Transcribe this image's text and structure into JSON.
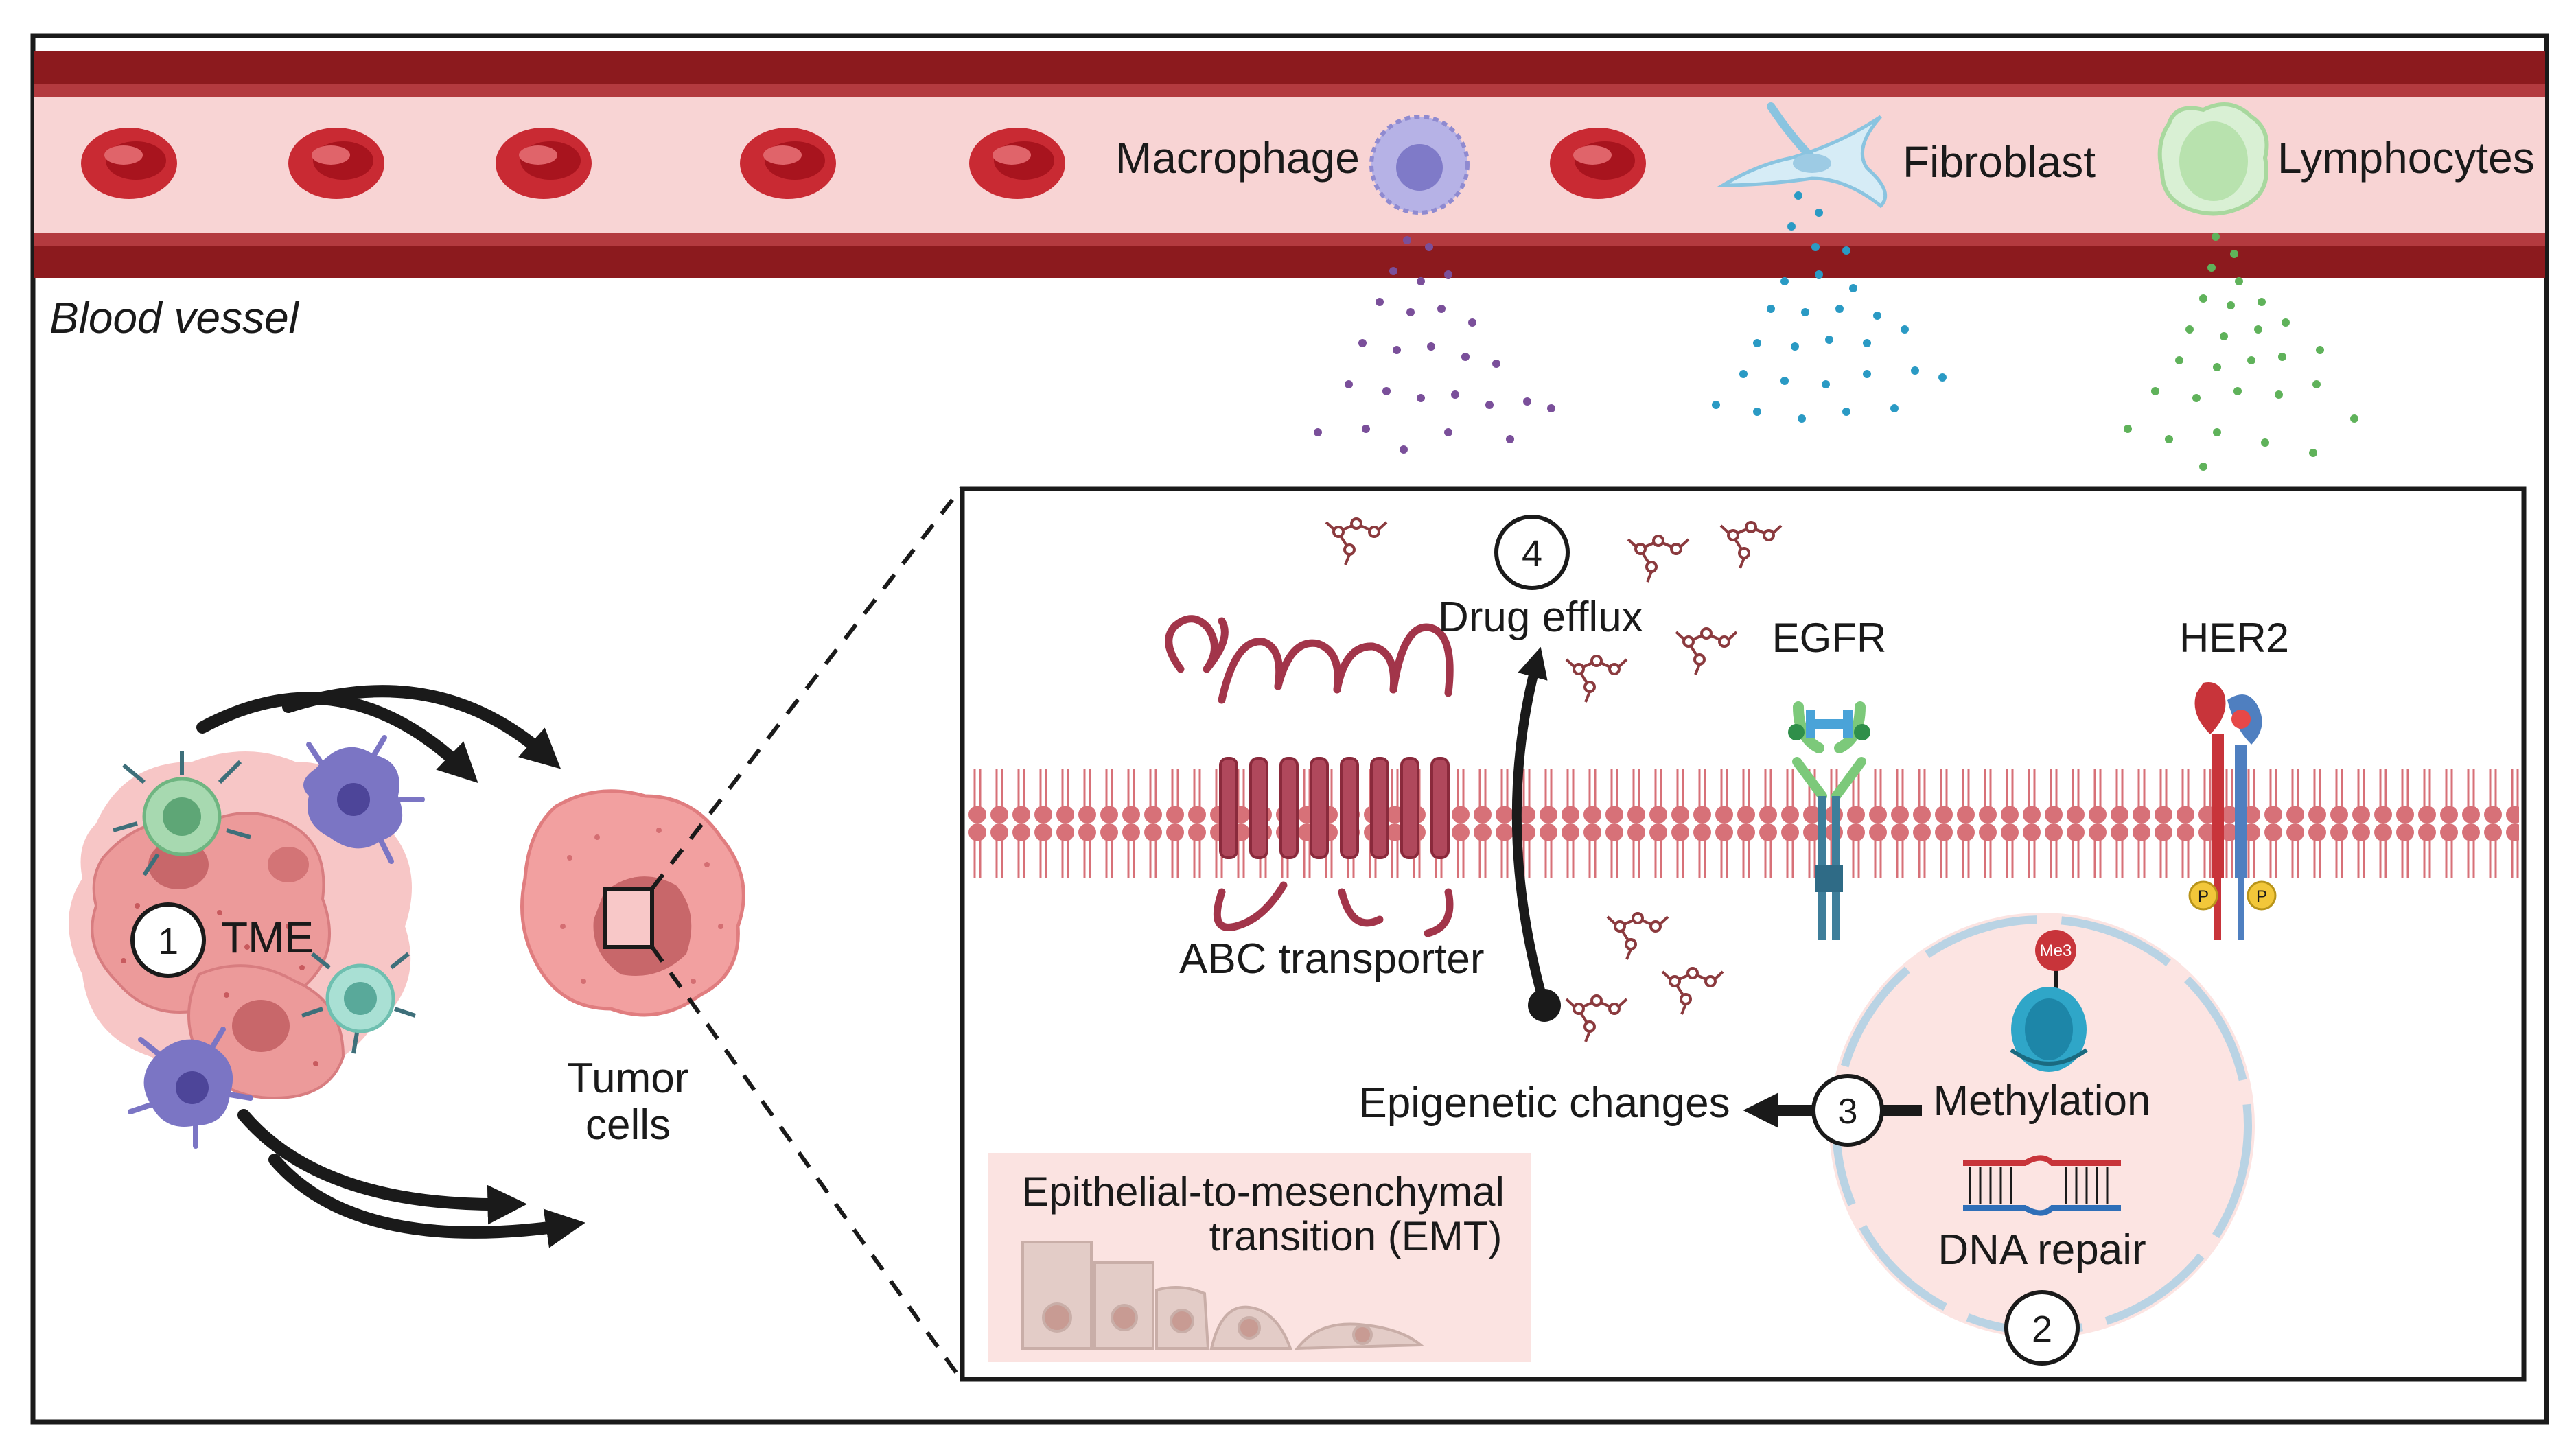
{
  "labels": {
    "blood_vessel": "Blood vessel",
    "macrophage": "Macrophage",
    "fibroblast": "Fibroblast",
    "lymphocytes": "Lymphocytes",
    "tme": "TME",
    "tumor_cells_line1": "Tumor",
    "tumor_cells_line2": "cells",
    "drug_efflux": "Drug efflux",
    "egfr": "EGFR",
    "her2": "HER2",
    "abc_transporter": "ABC transporter",
    "epigenetic_changes": "Epigenetic changes",
    "methylation": "Methylation",
    "dna_repair": "DNA repair",
    "emt_line1": "Epithelial-to-mesenchymal",
    "emt_line2": "transition (EMT)",
    "me3": "Me3",
    "phospho_left": "P",
    "phospho_right": "P"
  },
  "steps": {
    "tme": "1",
    "nucleus": "2",
    "epigenetic": "3",
    "efflux": "4"
  },
  "colors": {
    "vessel_dark": "#8c1a1e",
    "vessel_light": "#f8d4d4",
    "rbc": "#c92a33",
    "tumor_pink": "#f2a0a0",
    "membrane_head": "#d77178",
    "abc": "#a2354a",
    "drug": "#8b3a3e",
    "macrophage_dot": "#7a4f9a",
    "fibroblast_dot": "#2a9ac4",
    "lymphocyte_dot": "#5fb25a",
    "egfr_blue": "#4aa3d8",
    "her2_red": "#c8343a",
    "her2_blue": "#4f7fc0",
    "nucleus_fill": "#fce4e2",
    "emt_box": "#fbe3e1"
  }
}
